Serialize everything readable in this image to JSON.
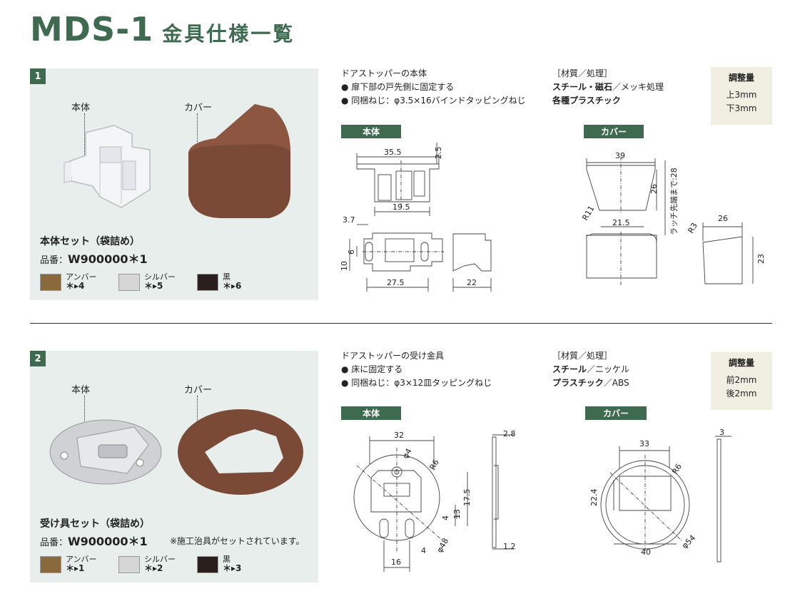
{
  "title": {
    "main": "MDS-1",
    "sub": "金具仕様一覧"
  },
  "sections": [
    {
      "num": "1",
      "label_body": "本体",
      "label_cover": "カバー",
      "set_name": "本体セット（袋詰め）",
      "part_prefix": "品番：",
      "part_no": "W900000＊1",
      "swatches": [
        {
          "name": "アンバー",
          "code": "＊▸4",
          "color": "#8a6a3d"
        },
        {
          "name": "シルバー",
          "code": "＊▸5",
          "color": "#d6d6d6"
        },
        {
          "name": "黒",
          "code": "＊▸6",
          "color": "#2a1f1c"
        }
      ],
      "desc_title": "ドアストッパーの本体",
      "desc_lines": [
        "● 扉下部の戸先側に固定する",
        "● 同梱ねじ：φ3.5×16バインドタッピングねじ"
      ],
      "mat_title": "［材質／処理］",
      "mat_line1_bold": "スチール・磁石",
      "mat_line1_rest": "／メッキ処理",
      "mat_line2_bold": "各種プラスチック",
      "mat_line2_rest": "",
      "adj_title": "調整量",
      "adj_lines": [
        "上3mm",
        "下3mm"
      ],
      "tab_body": "本体",
      "tab_cover": "カバー",
      "dims": {
        "d1": "35.5",
        "d2": "2.5",
        "d3": "19.5",
        "d4": "3.7",
        "d5": "10",
        "d6": "6",
        "d7": "27.5",
        "d8": "22",
        "c1": "39",
        "c2": "26",
        "c3": "R11",
        "c4": "21.5",
        "c5": "ラッチ先端まで:28",
        "c6": "R3",
        "c7": "26",
        "c8": "23"
      }
    },
    {
      "num": "2",
      "label_body": "本体",
      "label_cover": "カバー",
      "set_name": "受け具セット（袋詰め）",
      "part_prefix": "品番：",
      "part_no": "W900000＊1",
      "note": "※施工治具がセットされています。",
      "swatches": [
        {
          "name": "アンバー",
          "code": "＊▸1",
          "color": "#8a6a3d"
        },
        {
          "name": "シルバー",
          "code": "＊▸2",
          "color": "#d6d6d6"
        },
        {
          "name": "黒",
          "code": "＊▸3",
          "color": "#2a1f1c"
        }
      ],
      "desc_title": "ドアストッパーの受け金具",
      "desc_lines": [
        "● 床に固定する",
        "● 同梱ねじ：φ3×12皿タッピングねじ"
      ],
      "mat_title": "［材質／処理］",
      "mat_line1_bold": "スチール",
      "mat_line1_rest": "／ニッケル",
      "mat_line2_bold": "プラスチック",
      "mat_line2_rest": "／ABS",
      "adj_title": "調整量",
      "adj_lines": [
        "前2mm",
        "後2mm"
      ],
      "tab_body": "本体",
      "tab_cover": "カバー",
      "dims": {
        "d1": "32",
        "d2": "φ4",
        "d3": "R6",
        "d4": "17.5",
        "d5": "13",
        "d6": "4",
        "d7": "4",
        "d8": "16",
        "d9": "φ48",
        "d10": "2.8",
        "d11": "1.2",
        "c1": "33",
        "c2": "R6",
        "c3": "22.4",
        "c4": "40",
        "c5": "φ54",
        "c6": "3"
      }
    }
  ]
}
